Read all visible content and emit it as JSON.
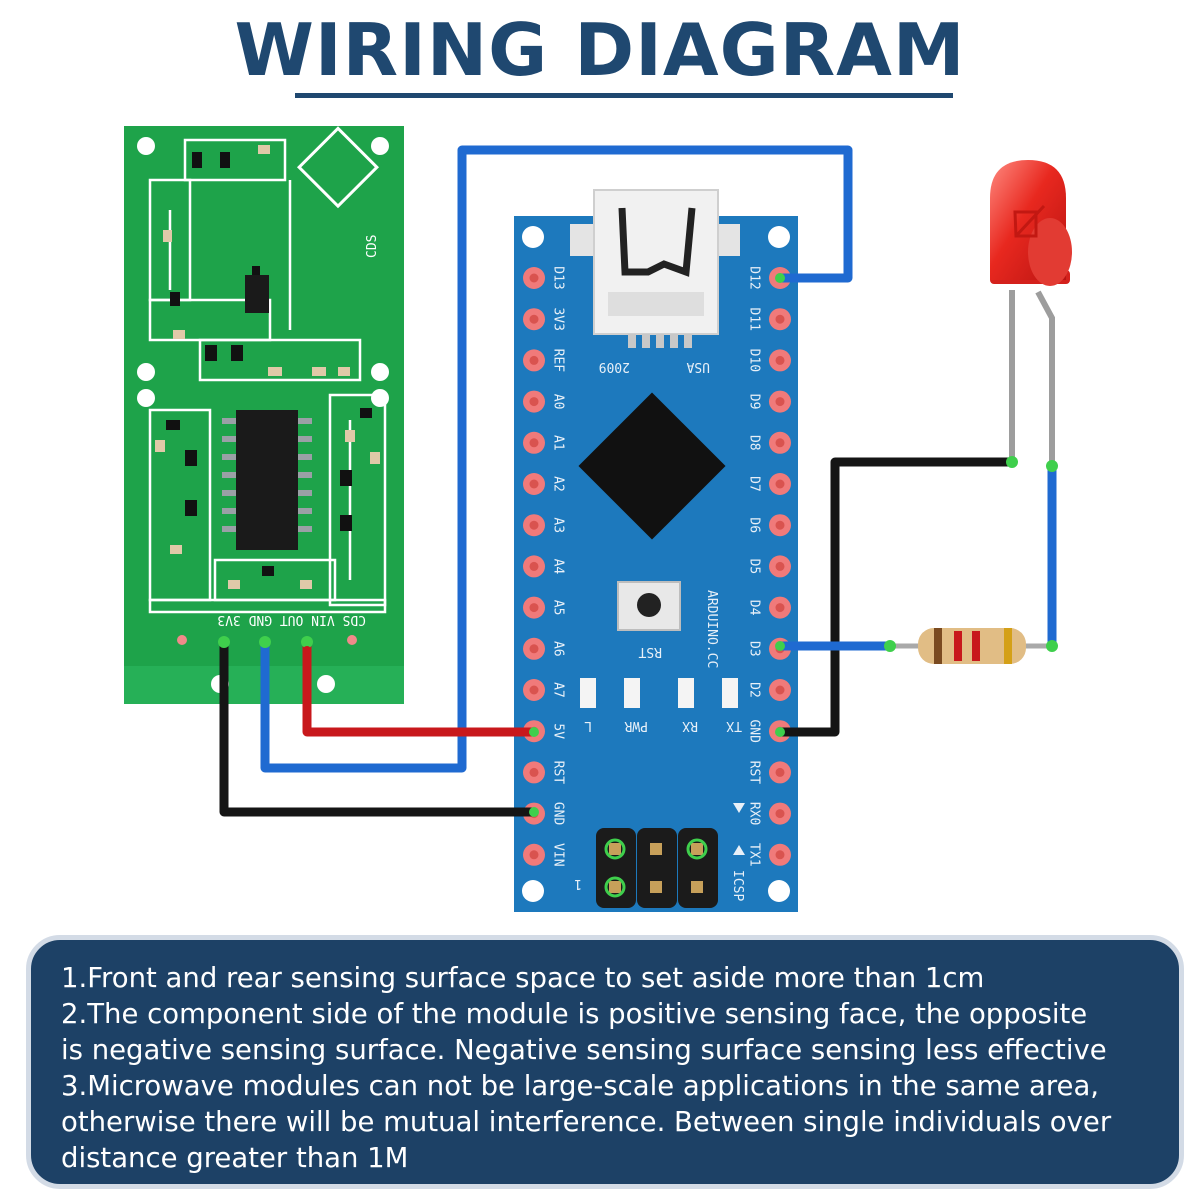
{
  "title": "WIRING DIAGRAM",
  "sensor": {
    "cds_label": "CDS",
    "pin_labels": "CDS VIN OUT GND 3V3"
  },
  "arduino": {
    "left_pins": [
      "D13",
      "3V3",
      "REF",
      "A0",
      "A1",
      "A2",
      "A3",
      "A4",
      "A5",
      "A6",
      "A7",
      "5V",
      "RST",
      "GND",
      "VIN"
    ],
    "right_pins": [
      "D12",
      "D11",
      "D10",
      "D9",
      "D8",
      "D7",
      "D6",
      "D5",
      "D4",
      "D3",
      "D2",
      "GND",
      "RST",
      "RX0",
      "TX1"
    ],
    "usb_text": "USA",
    "year_text": "2009",
    "brand": "ARDUINO.CC",
    "rst_button": "RST",
    "leds": [
      "L",
      "PWR",
      "RX",
      "TX"
    ],
    "icsp": "ICSP",
    "pin1": "1"
  },
  "notes": [
    "1.Front and rear sensing surface space to set aside more than 1cm",
    "2.The component side of the module is positive sensing face, the opposite",
    "is negative sensing surface. Negative sensing surface sensing less effective",
    "3.Microwave modules can not be large-scale applications in the same area,",
    "otherwise there will be mutual interference. Between single individuals over",
    "distance greater than 1M"
  ],
  "colors": {
    "title": "#1f4870",
    "pcb_green": "#1ea34a",
    "arduino_blue": "#1d79bd",
    "wire_blue": "#1f6ad1",
    "wire_red": "#c8181c",
    "wire_black": "#151515",
    "notes_bg": "#1d4166"
  }
}
